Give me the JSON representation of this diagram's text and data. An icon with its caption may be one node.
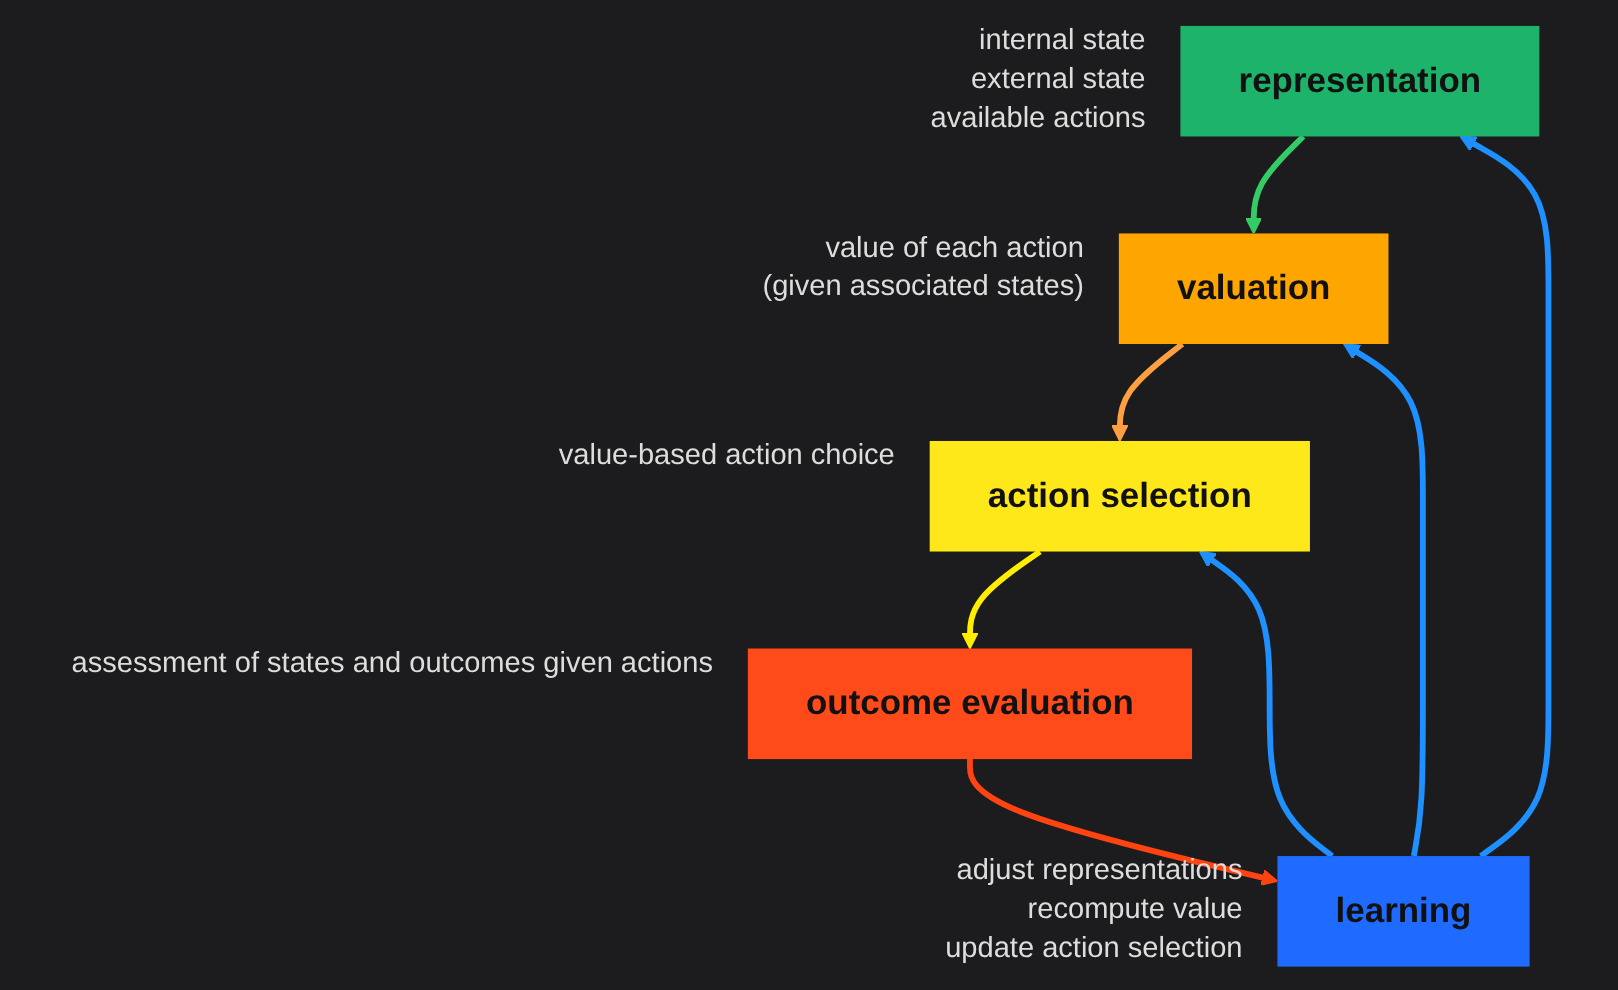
{
  "diagram": {
    "nodes": [
      {
        "text": [
          "representation"
        ],
        "beside": [
          "internal state",
          "external state",
          "available actions"
        ]
      },
      {
        "text": [
          "valuation"
        ],
        "beside": [
          "value of each action",
          "(given associated states)"
        ]
      },
      {
        "text": [
          "action selection"
        ],
        "beside": [
          "value-based action choice"
        ]
      },
      {
        "text": [
          "outcome evaluation"
        ],
        "beside": [
          "assessment of states and outcomes given actions"
        ]
      },
      {
        "text": [
          "learning"
        ],
        "beside": [
          "adjust representations",
          "recompute value",
          "update action selection"
        ]
      }
    ],
    "edges": [
      {
        "from": 0,
        "to": 1,
        "arrow": "to",
        "color": "#33cc66"
      },
      {
        "from": 1,
        "to": 2,
        "arrow": "to",
        "color": "#ffa040"
      },
      {
        "from": 2,
        "to": 3,
        "arrow": "to",
        "color": "#ffee00"
      },
      {
        "from": 3,
        "to": 4,
        "arrow": "to",
        "color": "#ff4411"
      },
      {
        "from": 4,
        "to": 0,
        "arrow": "to",
        "color": "#1e90ff"
      },
      {
        "from": 4,
        "to": 1,
        "arrow": "to",
        "color": "#1e90ff"
      },
      {
        "from": 4,
        "to": 2,
        "arrow": "to",
        "color": "#1e90ff"
      }
    ]
  }
}
